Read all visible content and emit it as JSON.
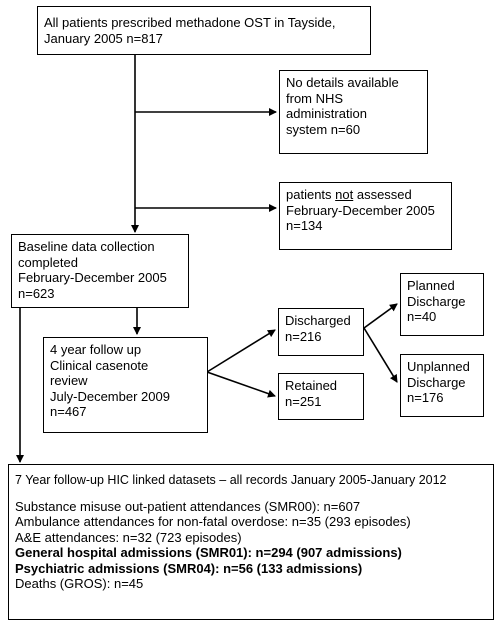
{
  "boxes": {
    "all_patients": {
      "line1": "All patients prescribed methadone OST in Tayside,",
      "line2": "January 2005 n=817"
    },
    "no_details": {
      "line1": "No details available",
      "line2": "from NHS",
      "line3": "administration",
      "line4": "system n=60"
    },
    "not_assessed": {
      "pre": "patients ",
      "underlined": "not",
      "post": " assessed",
      "line2": "February-December 2005",
      "line3": "n=134"
    },
    "baseline": {
      "line1": "Baseline data collection",
      "line2": "completed",
      "line3": "February-December 2005",
      "line4": "n=623"
    },
    "followup4": {
      "line1": "4 year follow up",
      "line2": "Clinical casenote",
      "line3": "review",
      "line4": "July-December 2009",
      "line5": "n=467"
    },
    "discharged": {
      "line1": "Discharged",
      "line2": "n=216"
    },
    "retained": {
      "line1": "Retained",
      "line2": "n=251"
    },
    "planned": {
      "line1": "Planned",
      "line2": "Discharge",
      "line3": "n=40"
    },
    "unplanned": {
      "line1": "Unplanned",
      "line2": "Discharge",
      "line3": "n=176"
    },
    "followup7": {
      "title": "7 Year follow-up HIC linked datasets – all records January 2005-January 2012",
      "items": [
        "Substance misuse out-patient attendances (SMR00): n=607",
        "Ambulance attendances for non-fatal overdose: n=35 (293 episodes)",
        "A&E attendances: n=32 (723 episodes)",
        "General hospital admissions (SMR01): n=294 (907 admissions)",
        "Psychiatric admissions (SMR04): n=56 (133 admissions)",
        "Deaths (GROS): n=45"
      ]
    }
  }
}
